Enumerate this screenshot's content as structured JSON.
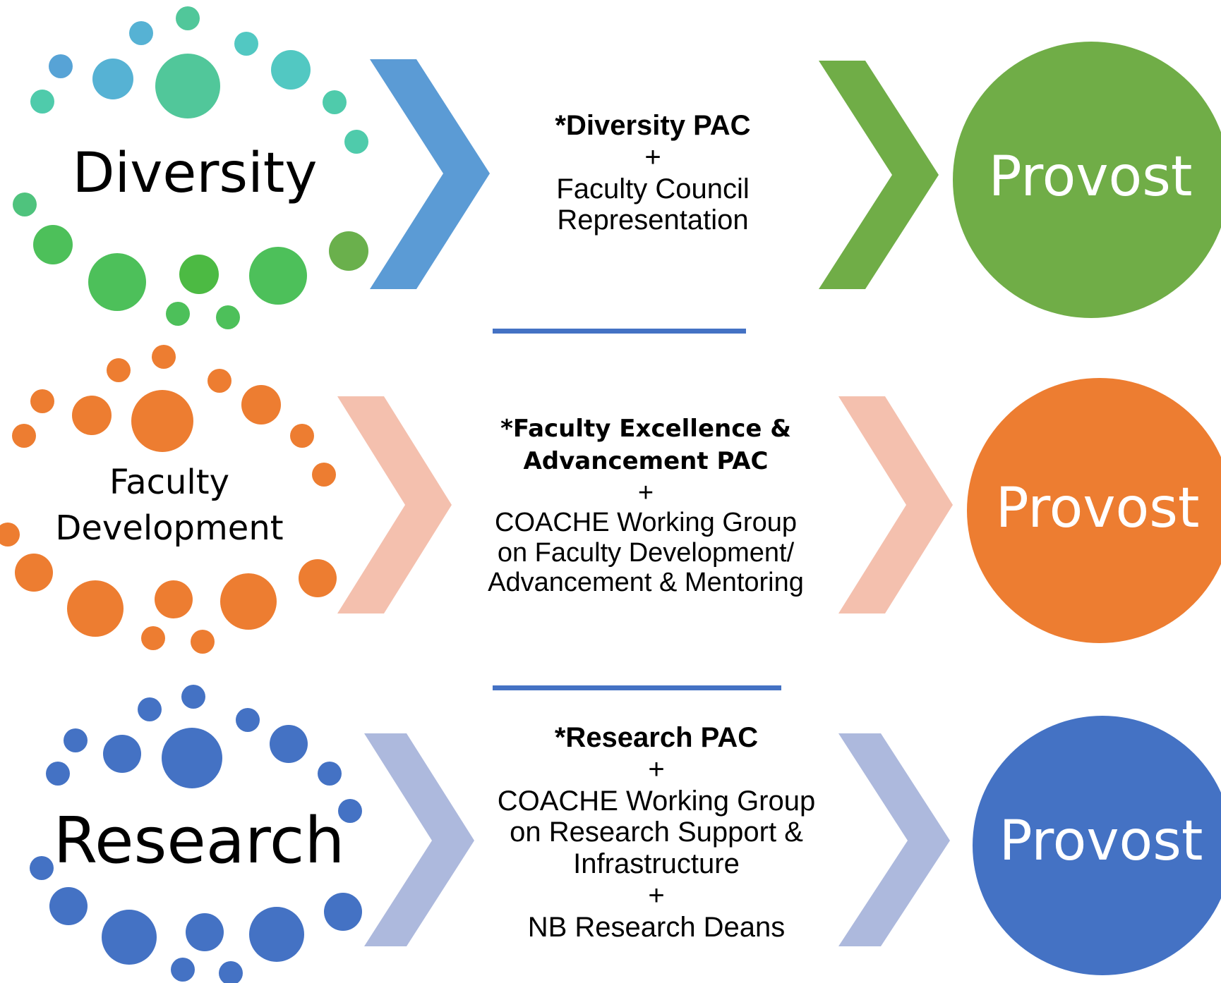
{
  "rows": [
    {
      "key": "diversity",
      "title": "Diversity",
      "middle": {
        "bold": [
          "*Diversity PAC"
        ],
        "rest": [
          "+",
          "Faculty Council",
          "Representation"
        ]
      },
      "end_label": "Provost",
      "colors": {
        "chevron1": "#5b9bd5",
        "chevron2": "#70ad47",
        "circle": "#70ad47"
      }
    },
    {
      "key": "faculty-development",
      "title": "Faculty Development",
      "title_lines": [
        "Faculty",
        "Development"
      ],
      "middle": {
        "bold": [
          "*Faculty Excellence &",
          "Advancement PAC"
        ],
        "rest": [
          "+",
          "COACHE Working Group",
          "on Faculty Development/",
          "Advancement & Mentoring"
        ]
      },
      "end_label": "Provost",
      "colors": {
        "chevron1": "#f4c0ae",
        "chevron2": "#f4c0ae",
        "circle": "#ed7d31",
        "dots": "#ed7d31"
      }
    },
    {
      "key": "research",
      "title": "Research",
      "middle": {
        "bold": [
          "*Research PAC"
        ],
        "rest": [
          "+",
          "COACHE Working Group",
          "on Research Support &",
          "Infrastructure",
          "+",
          "NB Research Deans"
        ]
      },
      "end_label": "Provost",
      "colors": {
        "chevron1": "#adb9dd",
        "chevron2": "#adb9dd",
        "circle": "#4472c4",
        "dots": "#4472c4"
      }
    }
  ],
  "separator_color": "#4472c4"
}
